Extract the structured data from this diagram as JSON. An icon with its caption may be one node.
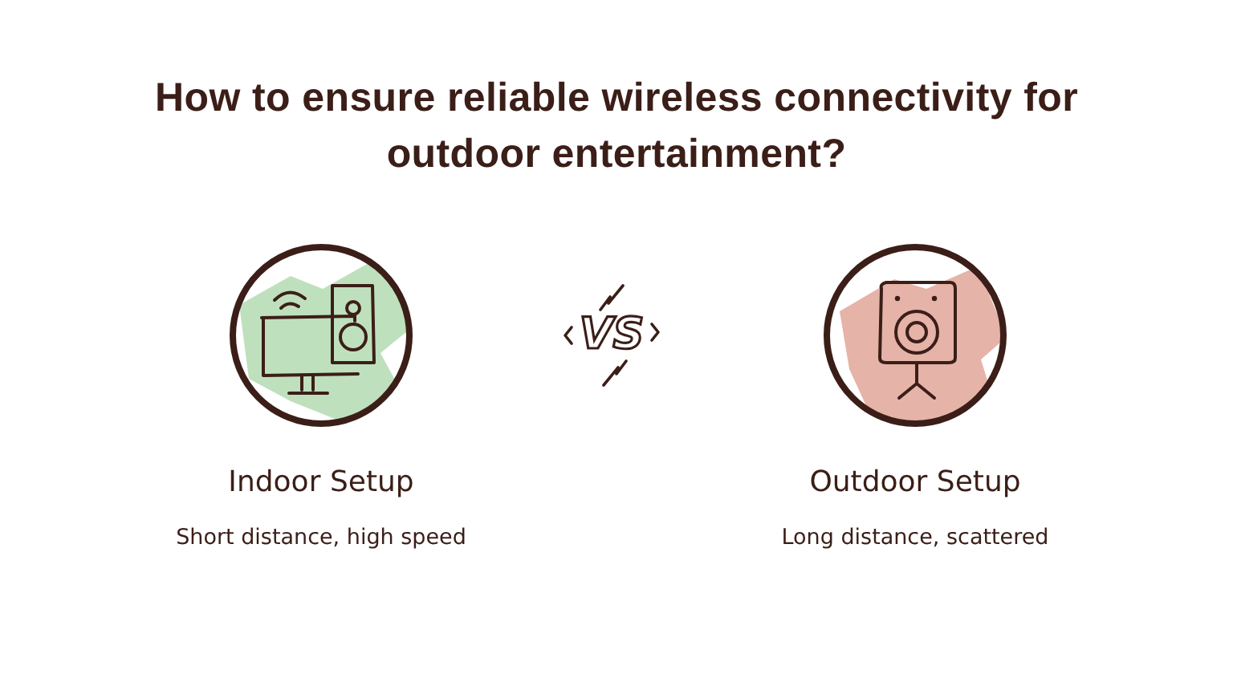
{
  "diagram": {
    "title": "How to ensure reliable wireless connectivity for outdoor entertainment?",
    "nodes": [
      {
        "text": [
          "Indoor Setup",
          "Short distance, high speed"
        ]
      },
      {
        "text": [
          "Outdoor Setup",
          "Long distance, scattered"
        ]
      }
    ],
    "labels": [
      "VS"
    ]
  }
}
